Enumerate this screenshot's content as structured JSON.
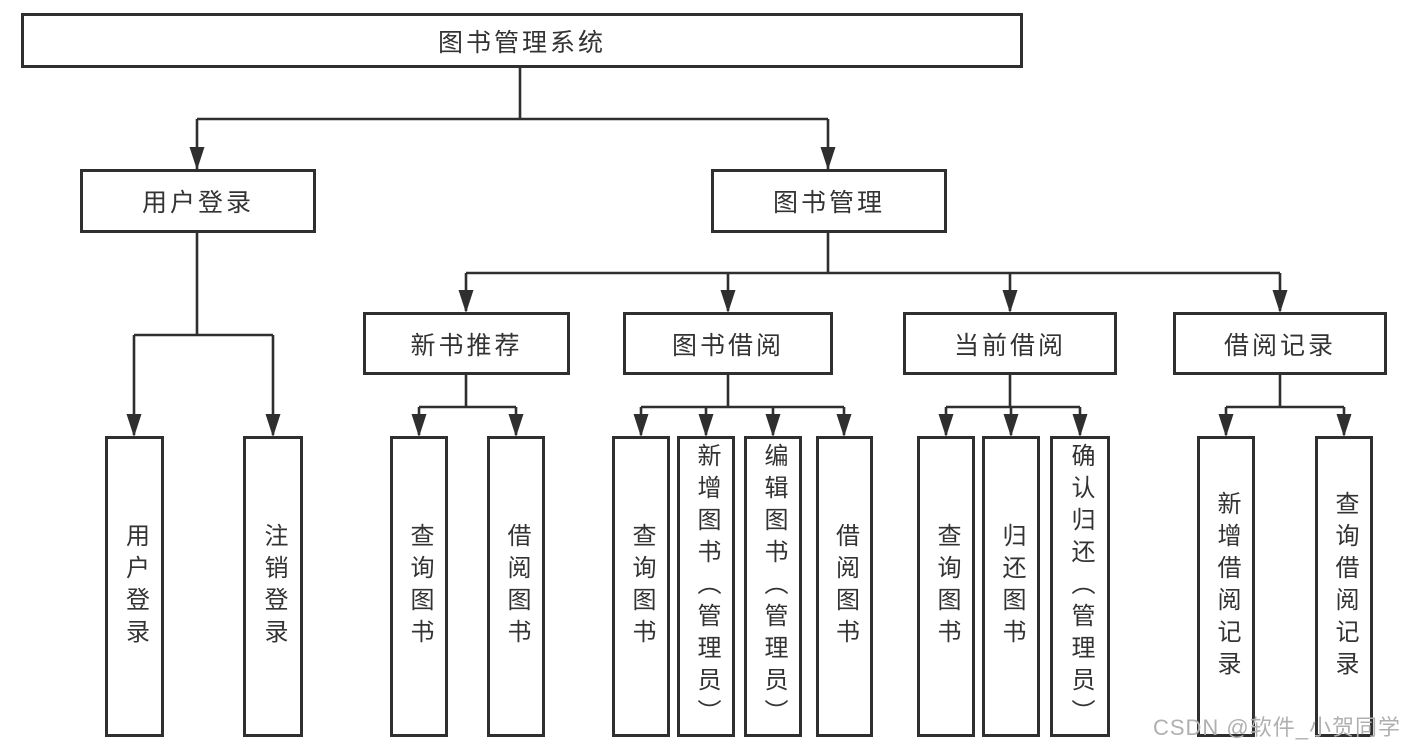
{
  "diagram": {
    "title": "图书管理系统",
    "branches": [
      {
        "label": "用户登录",
        "children": [
          "用户登录",
          "注销登录"
        ]
      },
      {
        "label": "图书管理",
        "groups": [
          {
            "label": "新书推荐",
            "children": [
              "查询图书",
              "借阅图书"
            ]
          },
          {
            "label": "图书借阅",
            "children": [
              "查询图书",
              "新增图书（管理员）",
              "编辑图书（管理员）",
              "借阅图书"
            ]
          },
          {
            "label": "当前借阅",
            "children": [
              "查询图书",
              "归还图书",
              "确认归还（管理员）"
            ]
          },
          {
            "label": "借阅记录",
            "children": [
              "新增借阅记录",
              "查询借阅记录"
            ]
          }
        ]
      }
    ]
  },
  "watermark": {
    "text": "CSDN @软件_小贺同学"
  },
  "colors": {
    "line": "#2f2f2f",
    "box_border": "#2f2f2f",
    "text": "#333333",
    "watermark": "#b0b0b0",
    "background": "#ffffff"
  }
}
